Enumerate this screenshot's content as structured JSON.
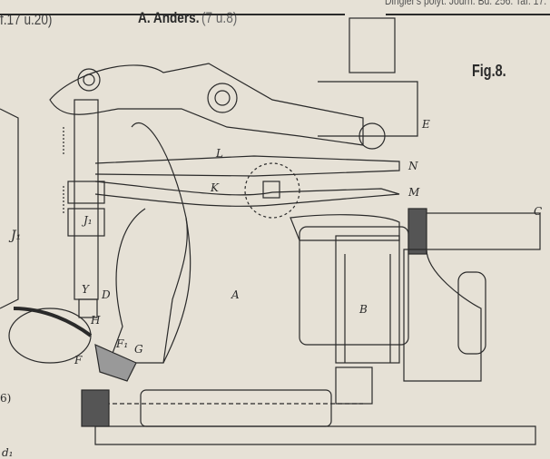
{
  "header": {
    "journal": "Dingler's polyt. Journ. Bd. 256. Taf. 17."
  },
  "left_ref": "f.17 u.20)",
  "title": {
    "author": "A. Anders.",
    "figs": "(7 u.8)"
  },
  "figure_label": "Fig.8.",
  "labels": {
    "E": "E",
    "L": "L",
    "N": "N",
    "K": "K",
    "M": "M",
    "C": "C",
    "J1_left": "J₁",
    "J1": "J₁",
    "A": "A",
    "B": "B",
    "D": "D",
    "H": "H",
    "F": "F",
    "F1": "F₁",
    "G": "G",
    "Y": "Y",
    "d1": "d₁",
    "six": "6)"
  },
  "colors": {
    "paper": "#e6e1d6",
    "ink": "#2a2a2a"
  }
}
